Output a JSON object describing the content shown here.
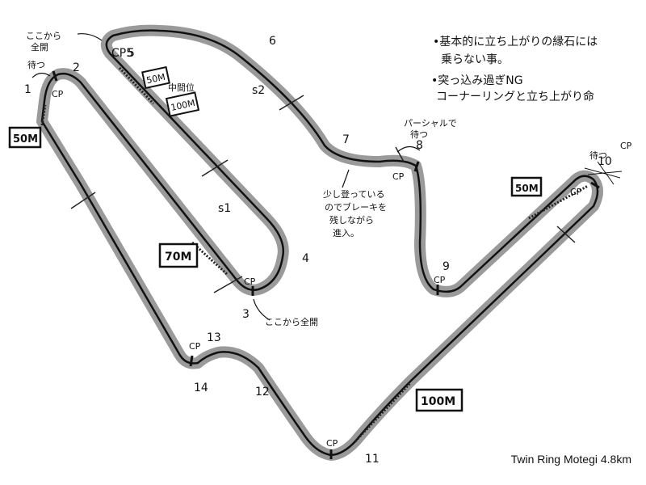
{
  "title": "Twin Ring Motegi 4.8km",
  "notes": {
    "line1a": "•基本的に立ち上がりの縁石には",
    "line1b": "乗らない事。",
    "line2a": "•突っ込み過ぎNG",
    "line2b": "コーナーリングと立ち上がり命"
  },
  "corners": [
    "1",
    "2",
    "3",
    "4",
    "5",
    "6",
    "7",
    "8",
    "9",
    "10",
    "11",
    "12",
    "13",
    "14"
  ],
  "sectors": [
    "s1",
    "s2"
  ],
  "markers": {
    "m50_left": "50M",
    "m50_s5": "50M",
    "m100_s5": "100M",
    "m70": "70M",
    "m50_right": "50M",
    "m100_bottom": "100M",
    "s5_mid": "中間位"
  },
  "annotations": {
    "cp5": "CP5",
    "cp": "CP",
    "matsu_left": "待つ",
    "full_open_top_a": "ここから",
    "full_open_top_b": "全開",
    "full_open_3": "ここから全開",
    "partial_a": "パーシャルで",
    "partial_b": "待つ",
    "brake_a": "少し登っている",
    "brake_b": "のでブレーキを",
    "brake_c": "残しながら",
    "brake_d": "進入。",
    "matsu_right": "待つ"
  },
  "colors": {
    "track_edge": "#9a9a9a",
    "track_line": "#111111",
    "background": "#ffffff"
  }
}
